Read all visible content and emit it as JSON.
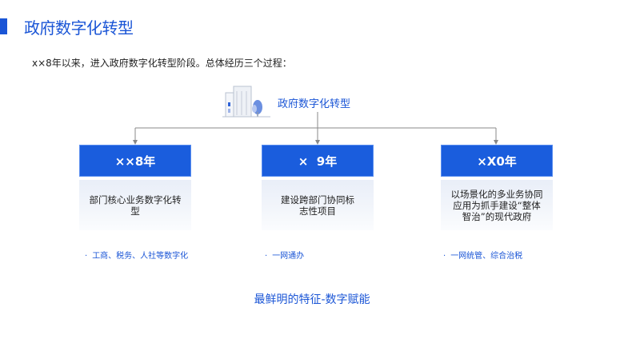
{
  "header": {
    "title": "政府数字化转型"
  },
  "intro": "x×8年以来，进入政府数字化转型阶段。总体经历三个过程：",
  "center": {
    "label": "政府数字化转型"
  },
  "stages": [
    {
      "year": "××8年",
      "description": "部门核心业务数字化转型",
      "bullet": "工商、税务、人社等数字化"
    },
    {
      "year": "×  9年",
      "description": "建设跨部门协同标志性项目",
      "bullet": "一网通办"
    },
    {
      "year": "×X0年",
      "description": "以场景化的多业务协同应用为抓手建设“整体智治”的现代政府",
      "bullet": "一网统管、综合治税"
    }
  ],
  "footer": "最鲜明的特征-数字赋能",
  "colors": {
    "accent": "#1a55d6",
    "header_fill": "#1a5ddd",
    "body_fill": "#eef2f9",
    "connector": "#888888"
  }
}
